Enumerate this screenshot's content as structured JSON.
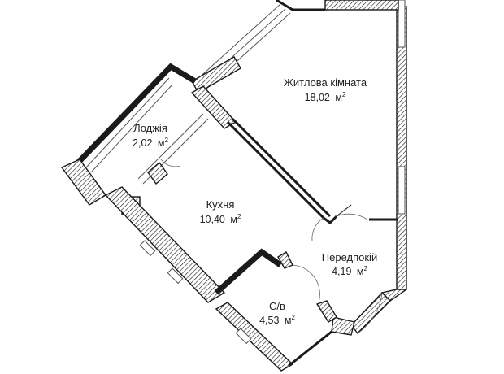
{
  "rooms": [
    {
      "id": "living",
      "name": "Житлова кімната",
      "area": "18,02",
      "unit": "м",
      "unit_exp": "2"
    },
    {
      "id": "loggia",
      "name": "Лоджія",
      "area": "2,02",
      "unit": "м",
      "unit_exp": "2"
    },
    {
      "id": "kitchen",
      "name": "Кухня",
      "area": "10,40",
      "unit": "м",
      "unit_exp": "2"
    },
    {
      "id": "hall",
      "name": "Передпокій",
      "area": "4,19",
      "unit": "м",
      "unit_exp": "2"
    },
    {
      "id": "bath",
      "name": "С/в",
      "area": "4,53",
      "unit": "м",
      "unit_exp": "2"
    }
  ],
  "colors": {
    "wall": "#1a1a1a",
    "background": "#ffffff"
  }
}
